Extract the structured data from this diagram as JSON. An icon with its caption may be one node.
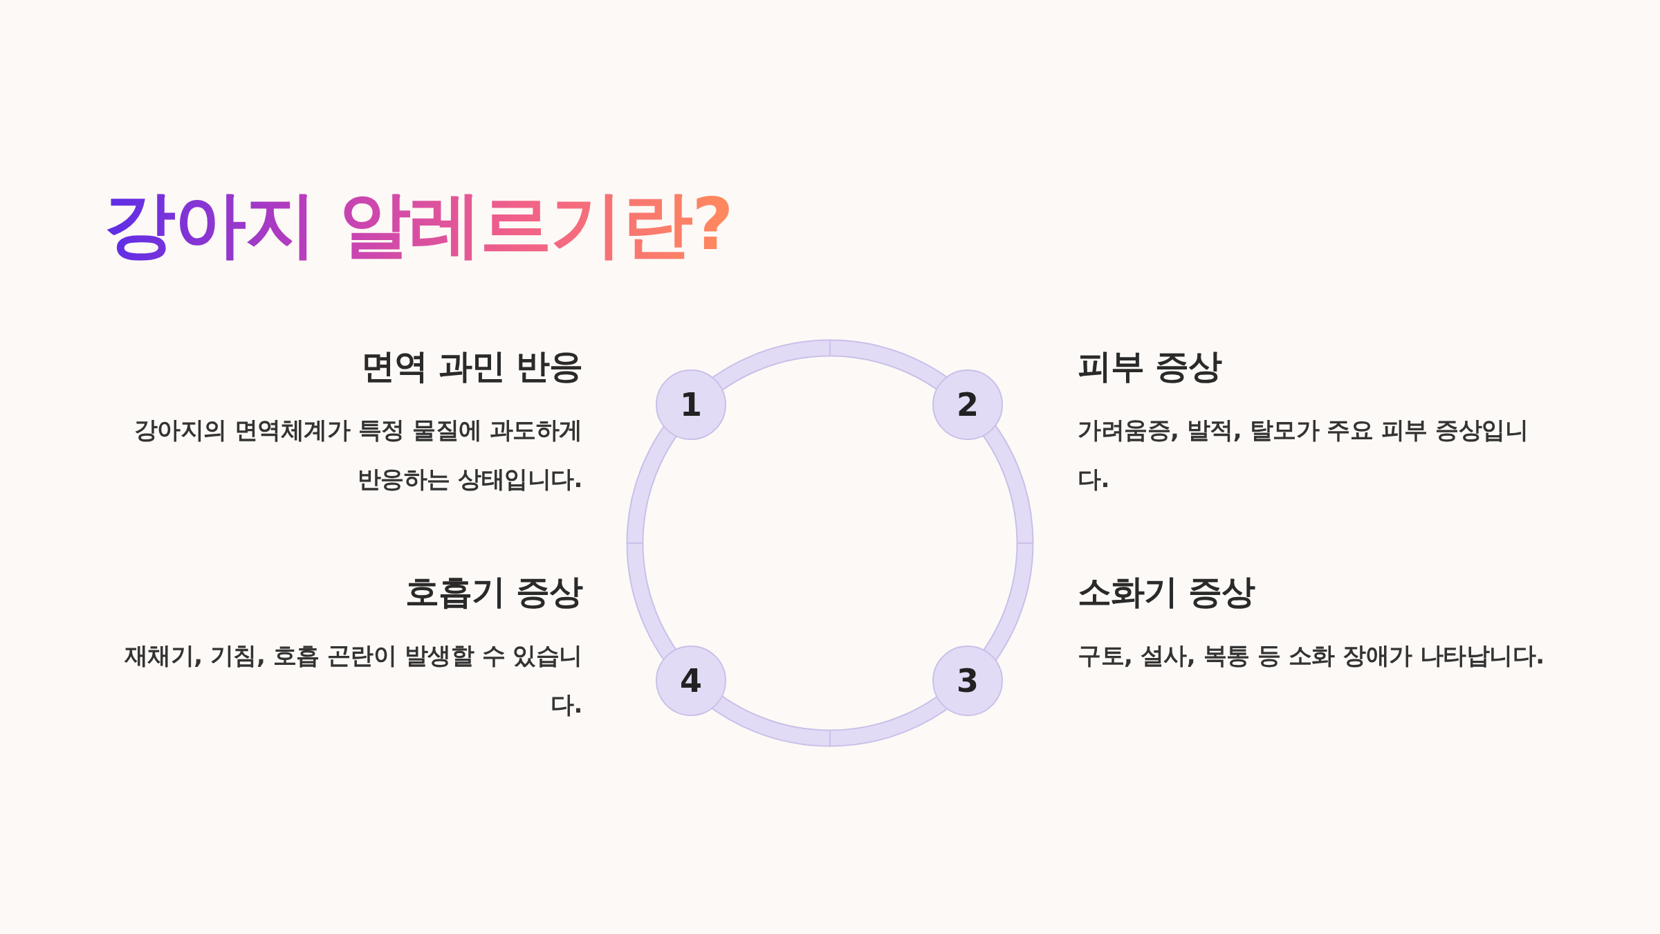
{
  "diagram": {
    "title": "강아지 알레르기란?",
    "nodes": [
      {
        "text": [
          "면역 과민 반응",
          "강아지의 면역체계가 특정 물질에 과도하게 반응하는 상태입니다."
        ]
      },
      {
        "text": [
          "1"
        ]
      },
      {
        "text": [
          "2"
        ]
      },
      {
        "text": [
          "피부 증상",
          "가려움증, 발적, 탈모가 주요 피부 증상입니다."
        ]
      },
      {
        "text": [
          "호흡기 증상",
          "재채기, 기침, 호흡 곤란이 발생할 수 있습니다."
        ]
      },
      {
        "text": [
          "4"
        ]
      },
      {
        "text": [
          "3"
        ]
      },
      {
        "text": [
          "소화기 증상",
          "구토, 설사, 복통 등 소화 장애가 나타납니다."
        ]
      }
    ]
  }
}
